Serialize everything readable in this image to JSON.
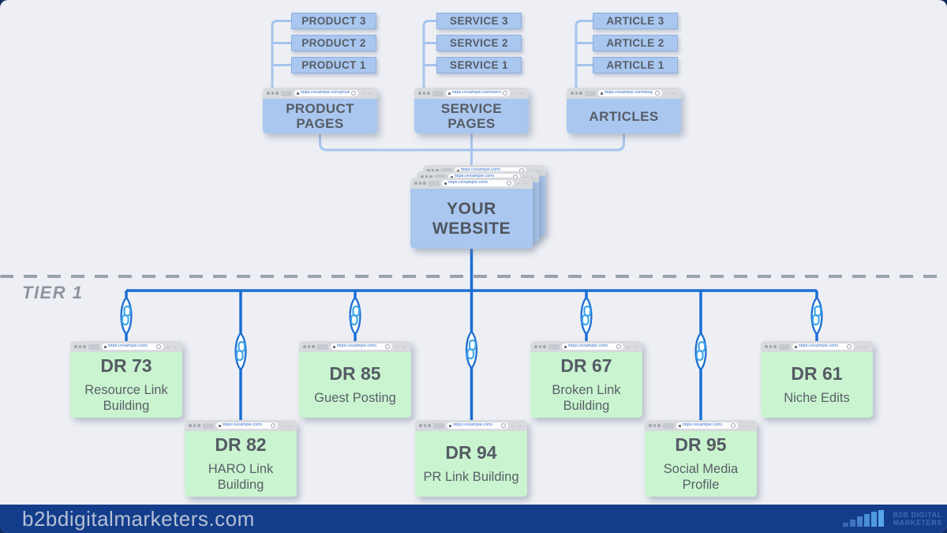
{
  "colors": {
    "background": "#edeff4",
    "box_blue": "#a9c7ef",
    "box_green": "#c9f4cf",
    "line_light": "#a6c4ee",
    "line_strong": "#1b6ed3",
    "chain_glyph": "#41a7ea",
    "text_dark": "#565c66",
    "divider_gray": "#99a1ac",
    "footer_bg": "#133d8a",
    "footer_text": "#b5c0d5",
    "logo_blue": "#3f6bb4"
  },
  "top_groups": [
    {
      "title": "PRODUCT PAGES",
      "url": "https://example.com/product",
      "tabs": [
        "PRODUCT 3",
        "PRODUCT 2",
        "PRODUCT 1"
      ]
    },
    {
      "title": "SERVICE PAGES",
      "url": "https://example.com/services",
      "tabs": [
        "SERVICE 3",
        "SERVICE 2",
        "SERVICE 1"
      ]
    },
    {
      "title": "ARTICLES",
      "url": "https://example.com/blog",
      "tabs": [
        "ARTICLE 3",
        "ARTICLE 2",
        "ARTICLE 1"
      ]
    }
  ],
  "website": {
    "title": "YOUR WEBSITE",
    "url": "https://example.com/"
  },
  "tier": {
    "label": "TIER 1"
  },
  "link_boxes": [
    {
      "dr": "DR 73",
      "label": "Resource Link Building",
      "url": "https://example.com/"
    },
    {
      "dr": "DR 82",
      "label": "HARO Link Building",
      "url": "https://example.com/"
    },
    {
      "dr": "DR 85",
      "label": "Guest Posting",
      "url": "https://example.com/"
    },
    {
      "dr": "DR 94",
      "label": "PR Link Building",
      "url": "https://example.com/"
    },
    {
      "dr": "DR 67",
      "label": "Broken Link Building",
      "url": "https://example.com/"
    },
    {
      "dr": "DR 95",
      "label": "Social Media Profile",
      "url": "https://example.com/"
    },
    {
      "dr": "DR 61",
      "label": "Niche Edits",
      "url": "https://example.com/"
    }
  ],
  "footer": {
    "site": "b2bdigitalmarketers.com",
    "logo_line1": "B2B DIGITAL",
    "logo_line2": "MARKETERS"
  }
}
